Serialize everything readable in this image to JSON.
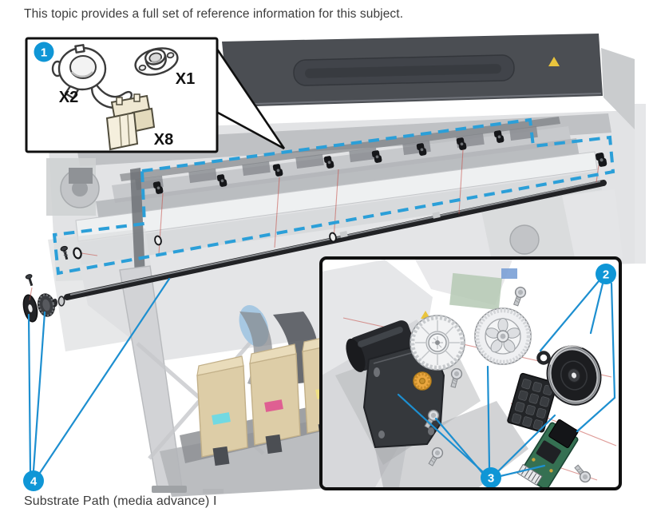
{
  "page": {
    "top_caption": "This topic provides a full set of reference information for this subject.",
    "bottom_caption": "Substrate Path (media advance) I"
  },
  "legend_box": {
    "callout_number": "1",
    "parts": [
      {
        "name": "retainer clip",
        "label": "X2"
      },
      {
        "name": "flanged bushing",
        "label": "X1"
      },
      {
        "name": "mounting bracket",
        "label": "X8"
      }
    ]
  },
  "callouts": [
    {
      "number": "1"
    },
    {
      "number": "2"
    },
    {
      "number": "3"
    },
    {
      "number": "4"
    }
  ],
  "colors": {
    "dash_blue": "#2b9fd8",
    "callout_fill": "#0f96d6",
    "warning_yellow": "#e9c43c",
    "ink_cyan": "#72d9e2",
    "ink_magenta": "#df5f92",
    "ink_yellow": "#efe084"
  }
}
